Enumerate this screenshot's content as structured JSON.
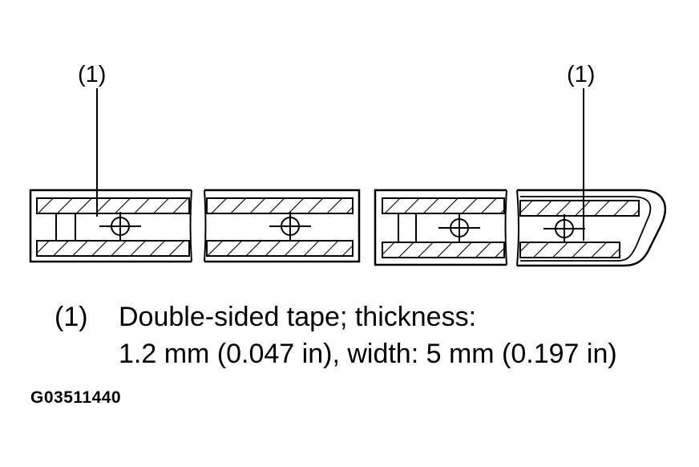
{
  "diagram": {
    "callout_left": "(1)",
    "callout_right": "(1)"
  },
  "legend": {
    "number": "(1)",
    "line1": "Double-sided tape; thickness:",
    "line2": "1.2 mm (0.047 in), width: 5 mm (0.197 in)"
  },
  "figure_code": "G03511440"
}
